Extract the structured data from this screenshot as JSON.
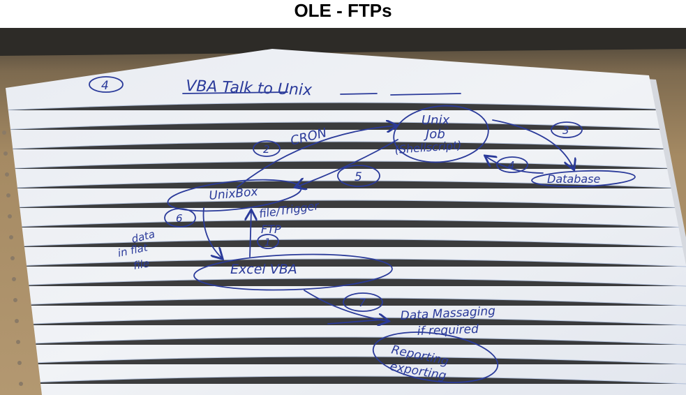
{
  "slide": {
    "title": "OLE - FTPs"
  },
  "colors": {
    "ink": "#2a3a9a",
    "paper": "#eef0f4",
    "desk": "#a58a63",
    "rule": "#9fb0cf"
  },
  "sketch": {
    "page_number": "4",
    "heading": "VBA Talk to Unix",
    "nodes": {
      "unix_job": [
        "Unix",
        "Job",
        "(Shellscript)"
      ],
      "database": "Database",
      "unix_box": "UnixBox",
      "excel_vba": "Excel VBA",
      "reporting": [
        "Reporting",
        "exporting"
      ]
    },
    "edge_labels": {
      "cron": "CRON",
      "file_trigger": [
        "file/Trigger",
        "FTP"
      ],
      "data_flat_file": [
        "data",
        "in flat",
        "file"
      ],
      "data_massaging": [
        "Data Massaging",
        "if required"
      ]
    },
    "step_numbers": {
      "cron": "2",
      "to_database": "3",
      "from_database": "4",
      "job_to_box": "5",
      "box_to_excel": "6",
      "excel_to_box": "1",
      "excel_to_reporting": "7"
    }
  }
}
